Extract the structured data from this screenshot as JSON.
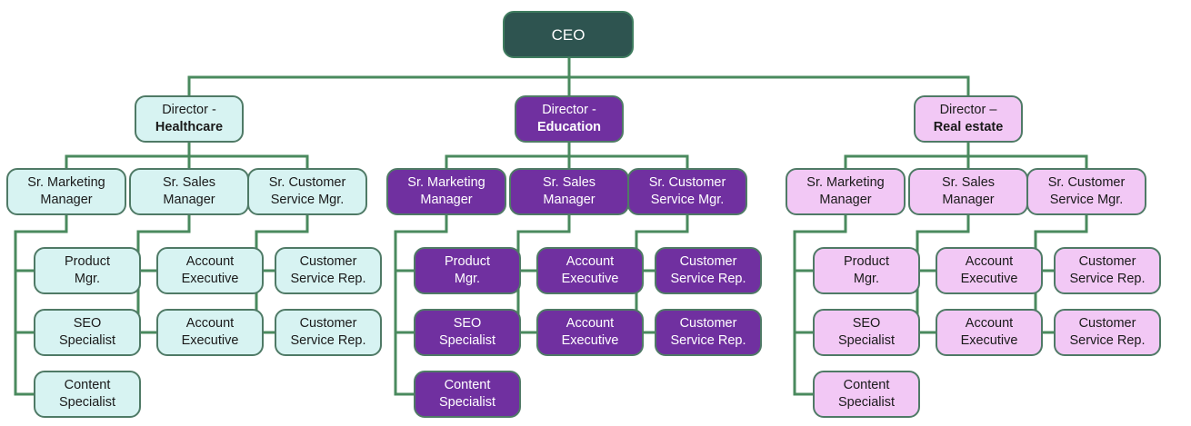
{
  "colors": {
    "connector": "#4a8a5e",
    "ceo_fill": "#2e5450",
    "healthcare_fill": "#d7f3f2",
    "education_fill": "#7030a0",
    "real_estate_fill": "#f2c8f5",
    "border": "#4f7a66"
  },
  "ceo": {
    "label": "CEO"
  },
  "divisions": [
    {
      "director": {
        "line1": "Director -",
        "line2": "Healthcare"
      },
      "managers": [
        {
          "line1": "Sr. Marketing",
          "line2": "Manager",
          "reports": [
            {
              "line1": "Product",
              "line2": "Mgr."
            },
            {
              "line1": "SEO",
              "line2": "Specialist"
            },
            {
              "line1": "Content",
              "line2": "Specialist"
            }
          ]
        },
        {
          "line1": "Sr. Sales",
          "line2": "Manager",
          "reports": [
            {
              "line1": "Account",
              "line2": "Executive"
            },
            {
              "line1": "Account",
              "line2": "Executive"
            }
          ]
        },
        {
          "line1": "Sr. Customer",
          "line2": "Service Mgr.",
          "reports": [
            {
              "line1": "Customer",
              "line2": "Service Rep."
            },
            {
              "line1": "Customer",
              "line2": "Service Rep."
            }
          ]
        }
      ]
    },
    {
      "director": {
        "line1": "Director -",
        "line2": "Education"
      },
      "managers": [
        {
          "line1": "Sr. Marketing",
          "line2": "Manager",
          "reports": [
            {
              "line1": "Product",
              "line2": "Mgr."
            },
            {
              "line1": "SEO",
              "line2": "Specialist"
            },
            {
              "line1": "Content",
              "line2": "Specialist"
            }
          ]
        },
        {
          "line1": "Sr. Sales",
          "line2": "Manager",
          "reports": [
            {
              "line1": "Account",
              "line2": "Executive"
            },
            {
              "line1": "Account",
              "line2": "Executive"
            }
          ]
        },
        {
          "line1": "Sr. Customer",
          "line2": "Service Mgr.",
          "reports": [
            {
              "line1": "Customer",
              "line2": "Service Rep."
            },
            {
              "line1": "Customer",
              "line2": "Service Rep."
            }
          ]
        }
      ]
    },
    {
      "director": {
        "line1": "Director –",
        "line2": "Real estate"
      },
      "managers": [
        {
          "line1": "Sr. Marketing",
          "line2": "Manager",
          "reports": [
            {
              "line1": "Product",
              "line2": "Mgr."
            },
            {
              "line1": "SEO",
              "line2": "Specialist"
            },
            {
              "line1": "Content",
              "line2": "Specialist"
            }
          ]
        },
        {
          "line1": "Sr. Sales",
          "line2": "Manager",
          "reports": [
            {
              "line1": "Account",
              "line2": "Executive"
            },
            {
              "line1": "Account",
              "line2": "Executive"
            }
          ]
        },
        {
          "line1": "Sr. Customer",
          "line2": "Service Mgr.",
          "reports": [
            {
              "line1": "Customer",
              "line2": "Service Rep."
            },
            {
              "line1": "Customer",
              "line2": "Service Rep."
            }
          ]
        }
      ]
    }
  ]
}
